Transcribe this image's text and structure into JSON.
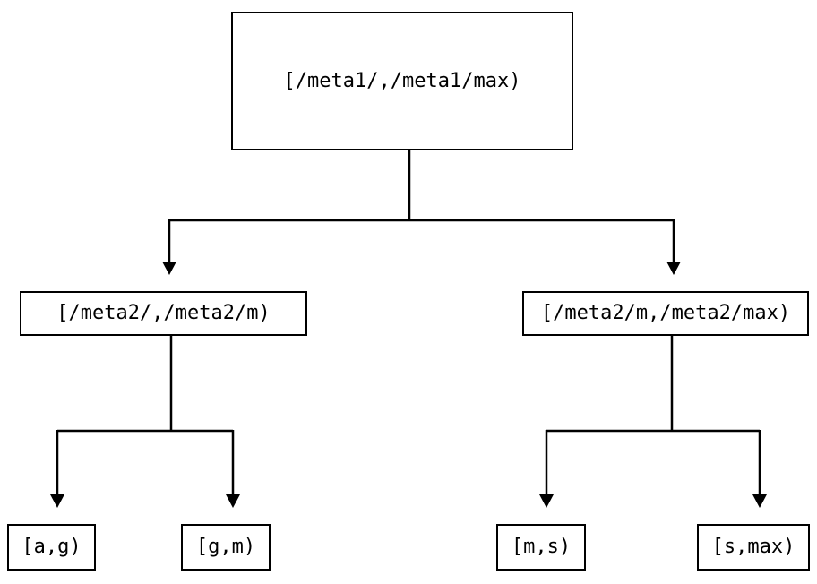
{
  "diagram": {
    "type": "tree",
    "colors": {
      "background": "#ffffff",
      "line": "#000000",
      "text": "#000000"
    },
    "nodes": {
      "root": {
        "label": "[/meta1/,/meta1/max)",
        "level": 0
      },
      "meta2_left": {
        "label": "[/meta2/,/meta2/m)",
        "level": 1
      },
      "meta2_right": {
        "label": "[/meta2/m,/meta2/max)",
        "level": 1
      },
      "leaf_ag": {
        "label": "[a,g)",
        "level": 2
      },
      "leaf_gm": {
        "label": "[g,m)",
        "level": 2
      },
      "leaf_ms": {
        "label": "[m,s)",
        "level": 2
      },
      "leaf_smax": {
        "label": "[s,max)",
        "level": 2
      }
    },
    "edges": [
      {
        "from": "root",
        "to": "meta2_left"
      },
      {
        "from": "root",
        "to": "meta2_right"
      },
      {
        "from": "meta2_left",
        "to": "leaf_ag"
      },
      {
        "from": "meta2_left",
        "to": "leaf_gm"
      },
      {
        "from": "meta2_right",
        "to": "leaf_ms"
      },
      {
        "from": "meta2_right",
        "to": "leaf_smax"
      }
    ]
  }
}
